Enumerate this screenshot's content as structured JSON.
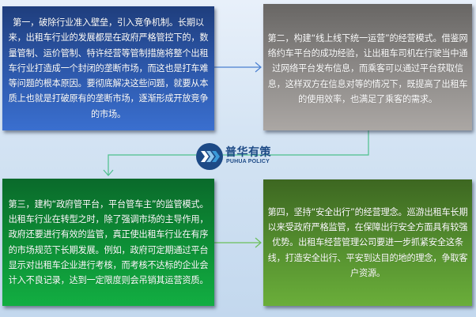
{
  "diagram": {
    "background_colors": [
      "#e8f0fa",
      "#c3d8ee"
    ],
    "steps": [
      {
        "id": "step1",
        "color_top": "#1f3e7d",
        "color_bottom": "#3a6fcf",
        "text": "第一，破除行业准入壁垒，引入竞争机制。长期以来，出租车行业的发展都是在政府严格管控下的，数量管制、运价管制、特许经营等管制措施将整个出租车行业打造成一个封闭的垄断市场，而这也是打车难等问题的根本原因。要彻底解决这些问题，就要从本质上也就是打破原有的垄断市场，逐渐形成开放竞争的市场。"
      },
      {
        "id": "step2",
        "color_top": "#686664",
        "color_bottom": "#aba7a4",
        "text": "第二，构建“线上线下统一运营”的经营模式。借鉴网络约车平台的成功经验，让出租车司机在行驶当中通过网络平台发布信息，而乘客可以通过平台获取信息，这样双方在信息对等的情况下，既提高了出租车的使用效率，也满足了乘客的需求。"
      },
      {
        "id": "step3",
        "color_top": "#0a6a2b",
        "color_bottom": "#12ae42",
        "text": "第三，建构“政府管平台，平台管车主”的监管模式。出租车行业在转型之时，除了强调市场的主导作用，政府还要进行有效的监管，真正使出租车行业在有序的市场规范下长期发展。例如，政府可定期通过平台显示对出租车企业进行考核，而考核不达标的企业会计入不良记录，达到一定限度则会吊销其运营资质。"
      },
      {
        "id": "step4",
        "color_top": "#3d6721",
        "color_bottom": "#6aae3a",
        "text": "第四，坚持“安全出行”的经营理念。巡游出租车长期以来受政府严格监管，在保障出行安全方面具有较强优势。出租车经营管理公司要进一步抓紧安全这条线，打造安全出行、平安到达目的地的理念，争取客户资源。"
      }
    ],
    "connectors": [
      {
        "from": "step1",
        "to": "step2",
        "color": "#4a7fd0"
      },
      {
        "from": "step2",
        "to": "step3",
        "color": "#4cc08c"
      },
      {
        "from": "step3",
        "to": "step4",
        "color": "#6bbf5a"
      }
    ]
  },
  "logo": {
    "icon": "chevron-arrows-icon",
    "name_cn": "普华有策",
    "name_en": "PUHUA POLICY",
    "color": "#1d4a86"
  }
}
